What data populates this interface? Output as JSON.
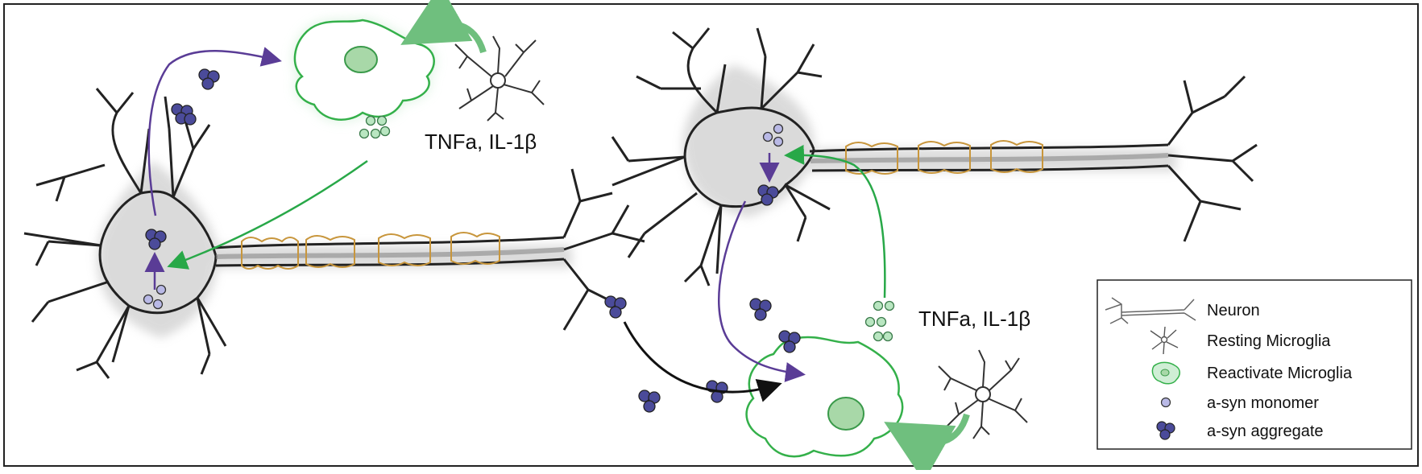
{
  "labels": {
    "cytokines_left": "TNFa, IL-1β",
    "cytokines_right": "TNFa, IL-1β"
  },
  "legend": {
    "items": [
      {
        "icon": "neuron-icon",
        "label": "Neuron"
      },
      {
        "icon": "resting-microglia-icon",
        "label": "Resting Microglia"
      },
      {
        "icon": "reactive-microglia-icon",
        "label": "Reactivate Microglia"
      },
      {
        "icon": "monomer-icon",
        "label": "a-syn monomer"
      },
      {
        "icon": "aggregate-icon",
        "label": "a-syn aggregate"
      }
    ]
  },
  "colors": {
    "neuron": "#2a2a2a",
    "myelin": "#c8963c",
    "microglia": "#34b04a",
    "monomer": "#b9b9e6",
    "aggregate": "#4b4b9a",
    "arrow_purple": "#5a3c96",
    "arrow_green": "#28a848",
    "arrow_black": "#111111"
  }
}
